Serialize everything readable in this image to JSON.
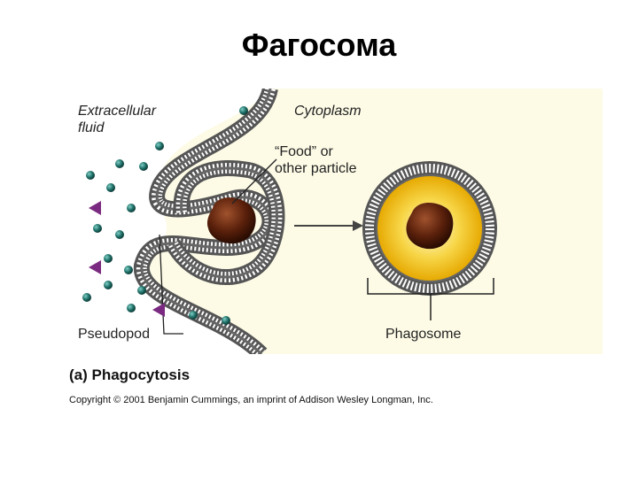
{
  "slide": {
    "title": "Фагосома"
  },
  "diagram": {
    "labels": {
      "extracellular": "Extracellular\nfluid",
      "cytoplasm": "Cytoplasm",
      "food": "“Food” or\nother particle",
      "pseudopod": "Pseudopod",
      "phagosome": "Phagosome"
    },
    "caption": "(a) Phagocytosis",
    "copyright": "Copyright © 2001 Benjamin Cummings, an imprint of Addison Wesley Longman, Inc."
  },
  "colors": {
    "cytoplasm_bg": "#fdfbe6",
    "membrane": "#555555",
    "particle": "#4a1a08",
    "teal_dot": "#1f6f68",
    "purple_triangle": "#7a2a80",
    "vesicle_inner": "#f3c21a",
    "vesicle_glow": "#fff6c2"
  },
  "icons": [
    "teal-dot-icon",
    "purple-triangle-icon",
    "arrow-right-icon"
  ]
}
